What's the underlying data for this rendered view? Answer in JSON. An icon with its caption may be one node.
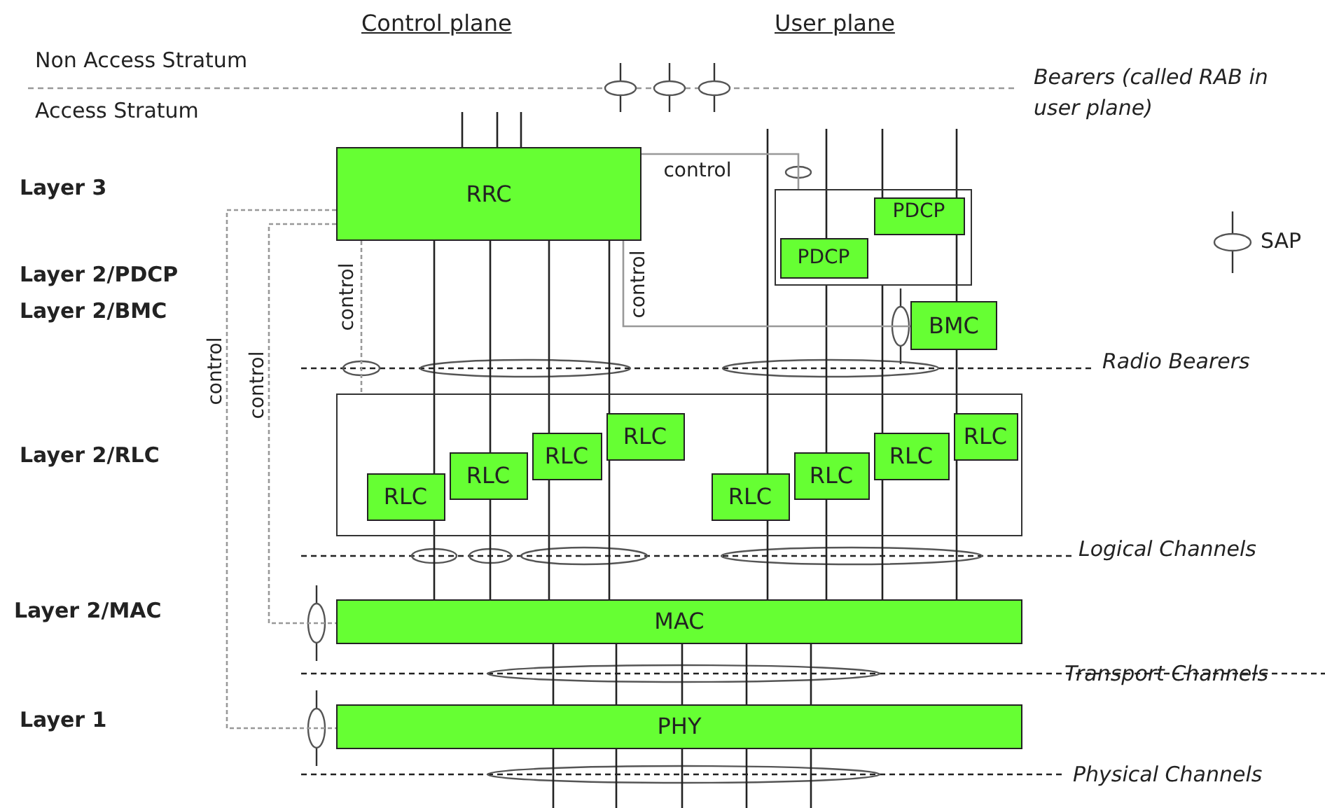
{
  "diagram": {
    "nodes": [
      {
        "text": [
          "RRC"
        ]
      },
      {
        "text": [],
        "shape": "box"
      },
      {
        "text": [
          "PDCP"
        ],
        "in": 1
      },
      {
        "text": [
          "PDCP"
        ],
        "in": 1
      },
      {
        "text": [
          "BMC"
        ]
      },
      {
        "text": [],
        "shape": "box"
      },
      {
        "text": [
          "RLC"
        ],
        "in": 5
      },
      {
        "text": [
          "RLC"
        ],
        "in": 5
      },
      {
        "text": [
          "RLC"
        ],
        "in": 5
      },
      {
        "text": [
          "RLC"
        ],
        "in": 5
      },
      {
        "text": [
          "RLC"
        ],
        "in": 5
      },
      {
        "text": [
          "RLC"
        ],
        "in": 5
      },
      {
        "text": [
          "RLC"
        ],
        "in": 5
      },
      {
        "text": [
          "RLC"
        ],
        "in": 5
      },
      {
        "text": [
          "MAC"
        ]
      },
      {
        "text": [
          "PHY"
        ]
      }
    ],
    "edges": [
      {
        "from": null,
        "to": 0,
        "arrow": "none"
      },
      {
        "from": null,
        "to": 0,
        "arrow": "none"
      },
      {
        "from": null,
        "to": 0,
        "arrow": "none"
      },
      {
        "from": 0,
        "to": 6,
        "arrow": "none"
      },
      {
        "from": 0,
        "to": 7,
        "arrow": "none"
      },
      {
        "from": 0,
        "to": 8,
        "arrow": "none"
      },
      {
        "from": 0,
        "to": 9,
        "arrow": "none"
      },
      {
        "from": null,
        "to": 10,
        "arrow": "none"
      },
      {
        "from": null,
        "to": 3,
        "arrow": "none"
      },
      {
        "from": null,
        "to": 2,
        "arrow": "none"
      },
      {
        "from": null,
        "to": 4,
        "arrow": "none"
      },
      {
        "from": 1,
        "to": 11,
        "arrow": "none"
      },
      {
        "from": 1,
        "to": 12,
        "arrow": "none"
      },
      {
        "from": 4,
        "to": 13,
        "arrow": "none"
      },
      {
        "from": 6,
        "to": 14,
        "arrow": "none"
      },
      {
        "from": 7,
        "to": 14,
        "arrow": "none"
      },
      {
        "from": 8,
        "to": 14,
        "arrow": "none"
      },
      {
        "from": 9,
        "to": 14,
        "arrow": "none"
      },
      {
        "from": 10,
        "to": 14,
        "arrow": "none"
      },
      {
        "from": 11,
        "to": 14,
        "arrow": "none"
      },
      {
        "from": 12,
        "to": 14,
        "arrow": "none"
      },
      {
        "from": 13,
        "to": 14,
        "arrow": "none"
      },
      {
        "from": 14,
        "to": 15,
        "arrow": "none"
      },
      {
        "from": 14,
        "to": 15,
        "arrow": "none"
      },
      {
        "from": 14,
        "to": 15,
        "arrow": "none"
      },
      {
        "from": 14,
        "to": 15,
        "arrow": "none"
      },
      {
        "from": 14,
        "to": 15,
        "arrow": "none"
      },
      {
        "from": 15,
        "to": null,
        "arrow": "none"
      },
      {
        "from": 15,
        "to": null,
        "arrow": "none"
      },
      {
        "from": 15,
        "to": null,
        "arrow": "none"
      },
      {
        "from": 15,
        "to": null,
        "arrow": "none"
      },
      {
        "from": 15,
        "to": null,
        "arrow": "none"
      },
      {
        "from": 0,
        "to": 1,
        "arrow": "none",
        "label": "control",
        "color": "#999999"
      },
      {
        "from": 0,
        "to": 4,
        "arrow": "none",
        "label": "control",
        "color": "#999999"
      },
      {
        "from": 0,
        "to": 5,
        "arrow": "none",
        "label": "control",
        "style": "dashed",
        "color": "#999999"
      },
      {
        "from": 0,
        "to": 14,
        "arrow": "none",
        "label": "control",
        "style": "dashed",
        "color": "#999999"
      },
      {
        "from": 0,
        "to": 15,
        "arrow": "none",
        "label": "control",
        "style": "dashed",
        "color": "#999999"
      }
    ],
    "labels": [
      "Control plane",
      "User plane",
      "Non Access Stratum",
      "Bearers (called RAB in user plane)",
      "Access Stratum",
      "Layer 3",
      "Layer 2/PDCP",
      "Layer 2/BMC",
      "Radio Bearers",
      "Layer 2/RLC",
      "Logical Channels",
      "Layer 2/MAC",
      "Transport Channels",
      "Layer 1",
      "Physical Channels"
    ],
    "legend": [
      {
        "text": "SAP"
      }
    ]
  }
}
